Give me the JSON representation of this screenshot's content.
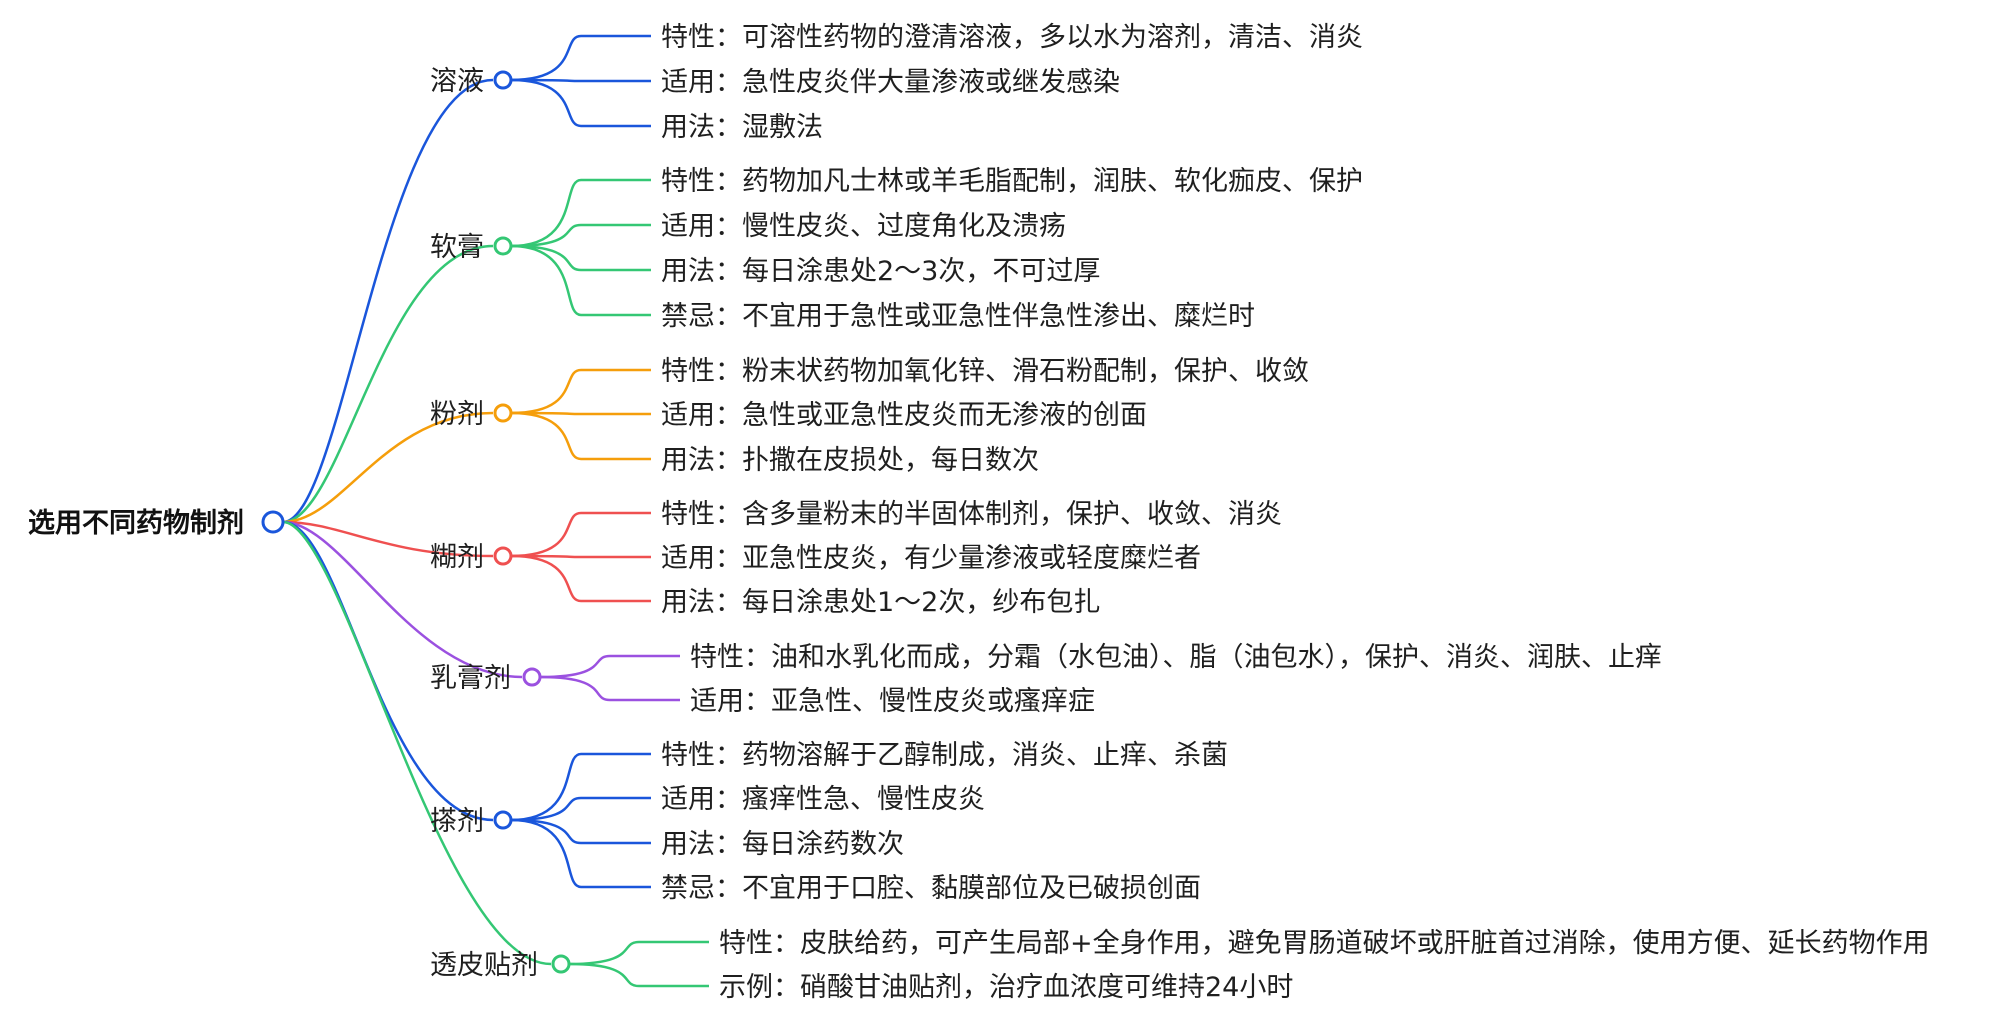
{
  "root": {
    "label": "选用不同药物制剂"
  },
  "branches": [
    {
      "label": "溶液",
      "color": "#1a56db",
      "children": [
        "特性：可溶性药物的澄清溶液，多以水为溶剂，清洁、消炎",
        "适用：急性皮炎伴大量渗液或继发感染",
        "用法：湿敷法"
      ]
    },
    {
      "label": "软膏",
      "color": "#34c774",
      "children": [
        "特性：药物加凡士林或羊毛脂配制，润肤、软化痂皮、保护",
        "适用：慢性皮炎、过度角化及溃疡",
        "用法：每日涂患处2～3次，不可过厚",
        "禁忌：不宜用于急性或亚急性伴急性渗出、糜烂时"
      ]
    },
    {
      "label": "粉剂",
      "color": "#f59e0b",
      "children": [
        "特性：粉末状药物加氧化锌、滑石粉配制，保护、收敛",
        "适用：急性或亚急性皮炎而无渗液的创面",
        "用法：扑撒在皮损处，每日数次"
      ]
    },
    {
      "label": "糊剂",
      "color": "#ef5050",
      "children": [
        "特性：含多量粉末的半固体制剂，保护、收敛、消炎",
        "适用：亚急性皮炎，有少量渗液或轻度糜烂者",
        "用法：每日涂患处1～2次，纱布包扎"
      ]
    },
    {
      "label": "乳膏剂",
      "color": "#9b51e0",
      "children": [
        "特性：油和水乳化而成，分霜（水包油）、脂（油包水），保护、消炎、润肤、止痒",
        "适用：亚急性、慢性皮炎或瘙痒症"
      ]
    },
    {
      "label": "搽剂",
      "color": "#1a56db",
      "children": [
        "特性：药物溶解于乙醇制成，消炎、止痒、杀菌",
        "适用：瘙痒性急、慢性皮炎",
        "用法：每日涂药数次",
        "禁忌：不宜用于口腔、黏膜部位及已破损创面"
      ]
    },
    {
      "label": "透皮贴剂",
      "color": "#34c774",
      "children": [
        "特性：皮肤给药，可产生局部+全身作用，避免胃肠道破坏或肝脏首过消除，使用方便、延长药物作用",
        "示例：硝酸甘油贴剂，治疗血浓度可维持24小时"
      ]
    }
  ],
  "root_color": "#1a56db"
}
